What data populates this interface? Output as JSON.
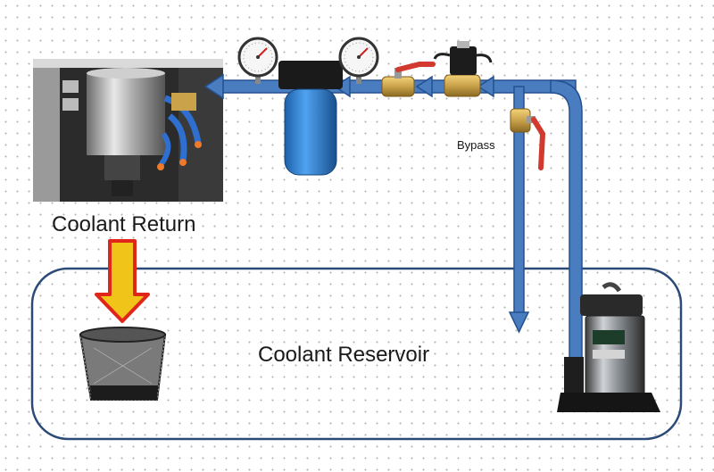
{
  "labels": {
    "bypass": "Bypass",
    "coolant_return": "Coolant Return",
    "coolant_reservoir": "Coolant Reservoir"
  },
  "colors": {
    "pipe": "#4a7cc0",
    "pipe_outline": "#24508f",
    "filter_blue": "#2e7fd1",
    "brass": "#c9a24a",
    "valve_handle": "#d23a2f",
    "reservoir_outline": "#2c4a78",
    "arrow_fill": "#f0c419",
    "arrow_outline": "#e0261b"
  },
  "icons": [
    "cnc-spindle-photo",
    "pressure-gauge-icon",
    "water-filter-icon",
    "ball-valve-icon",
    "solenoid-valve-icon",
    "sump-pump-icon",
    "wastebasket-icon",
    "down-arrow-icon"
  ]
}
